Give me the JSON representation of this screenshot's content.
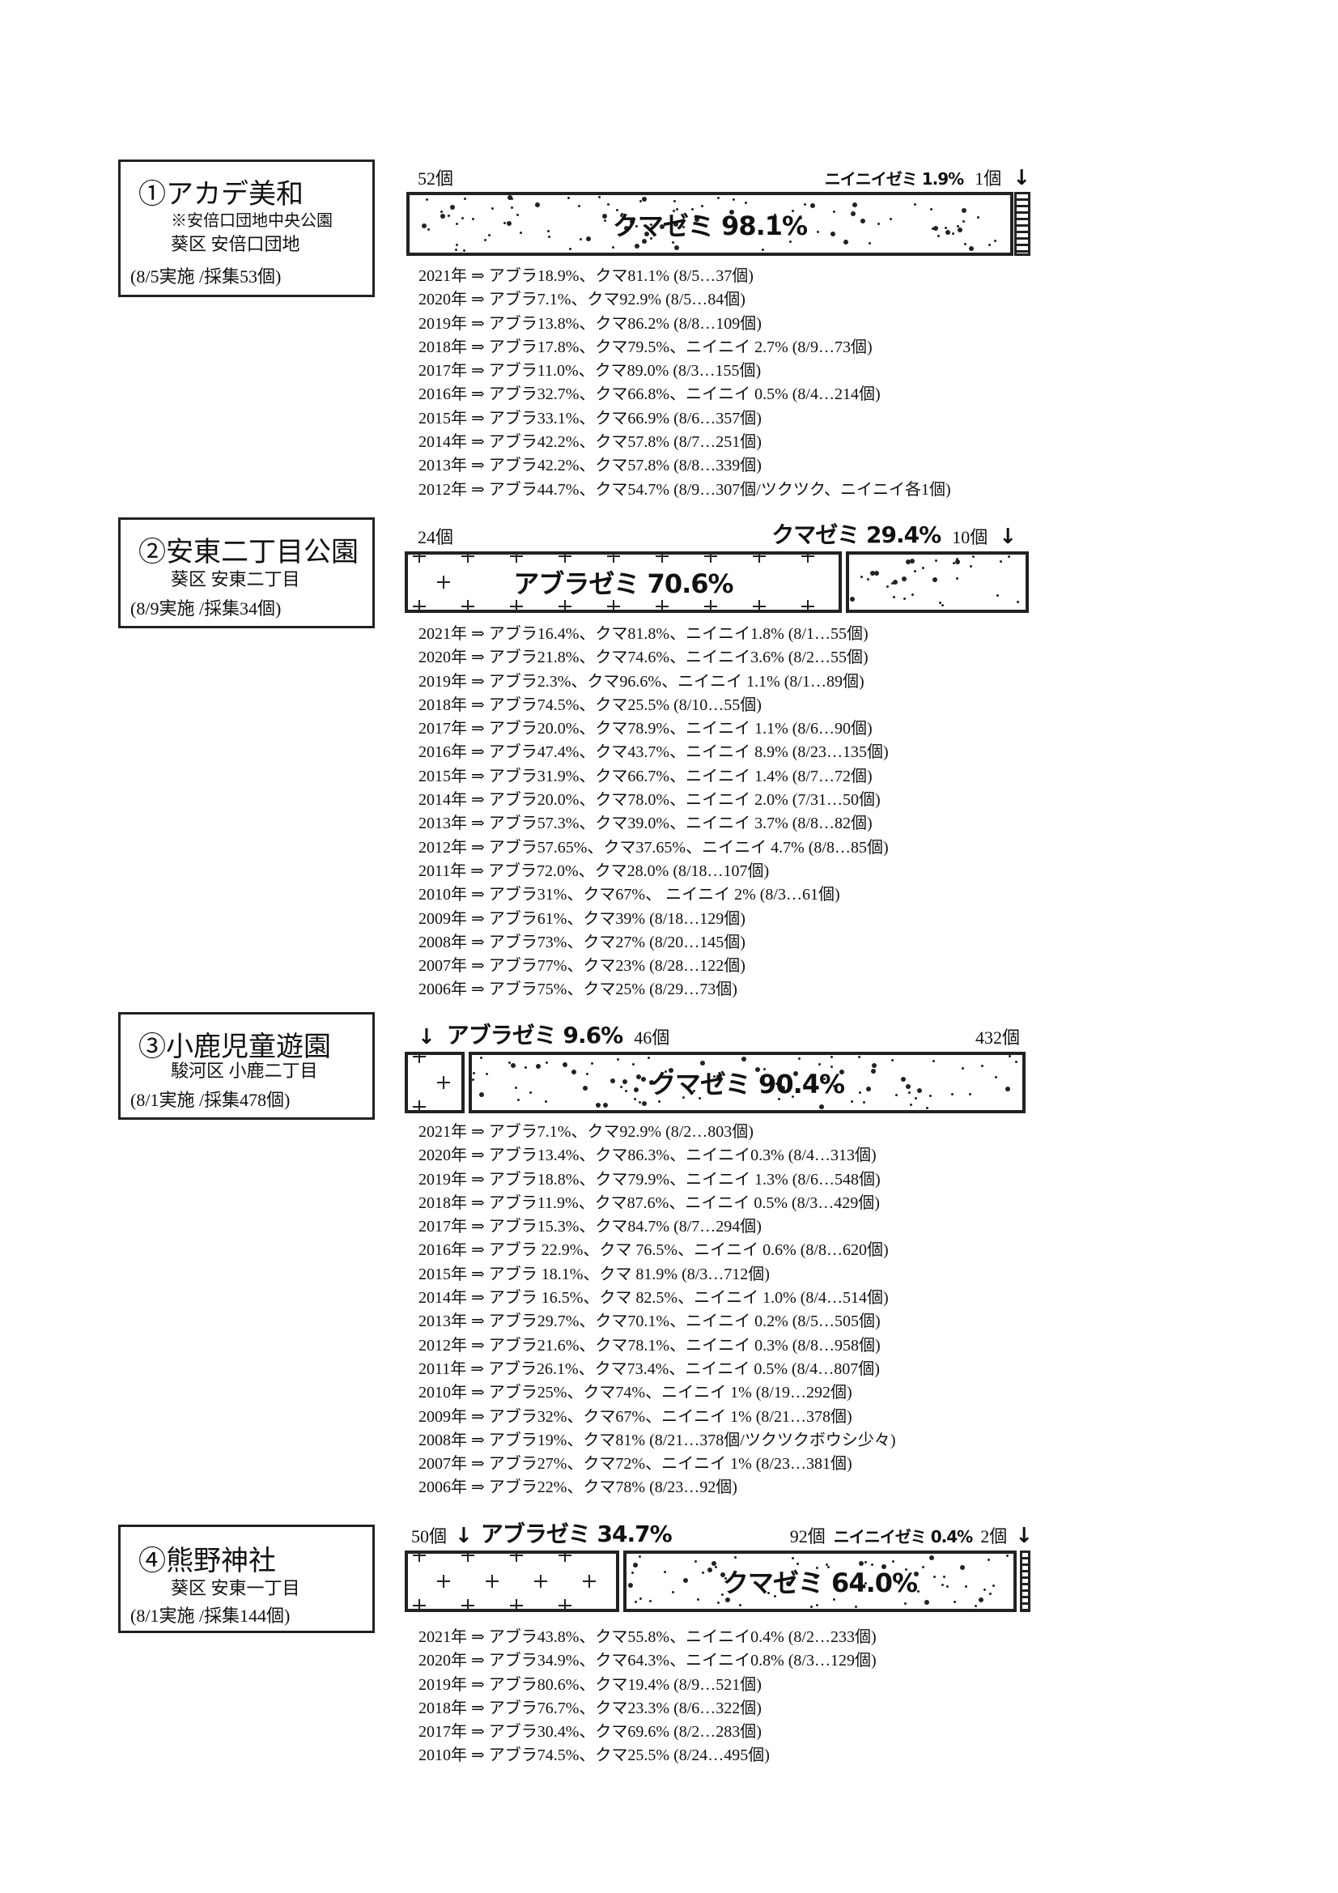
{
  "sites": [
    {
      "title": "①アカデ美和",
      "sub": [
        "※安倍口団地中央公園",
        "葵区 安倍口団地"
      ],
      "info": "(8/5実施 /採集53個)",
      "left_count": "52個",
      "right_count": "1個",
      "right_label": "ニイニイゼミ 1.9%",
      "main_label": "クマゼミ 98.1%",
      "shares": {
        "abura": 0,
        "kuma": 98.1,
        "niinii": 1.9
      },
      "history": [
        "2021年 ⇒ アブラ18.9%、クマ81.1% (8/5…37個)",
        "2020年 ⇒ アブラ7.1%、クマ92.9% (8/5…84個)",
        "2019年 ⇒ アブラ13.8%、クマ86.2% (8/8…109個)",
        "2018年 ⇒ アブラ17.8%、クマ79.5%、ニイニイ 2.7% (8/9…73個)",
        "2017年 ⇒ アブラ11.0%、クマ89.0% (8/3…155個)",
        "2016年 ⇒ アブラ32.7%、クマ66.8%、ニイニイ 0.5% (8/4…214個)",
        "2015年 ⇒ アブラ33.1%、クマ66.9% (8/6…357個)",
        "2014年 ⇒ アブラ42.2%、クマ57.8% (8/7…251個)",
        "2013年 ⇒ アブラ42.2%、クマ57.8% (8/8…339個)",
        "2012年 ⇒ アブラ44.7%、クマ54.7% (8/9…307個/ツクツク、ニイニイ各1個)"
      ]
    },
    {
      "title": "②安東二丁目公園",
      "sub": [
        "葵区 安東二丁目"
      ],
      "info": "(8/9実施 /採集34個)",
      "left_count": "24個",
      "right_count": "10個",
      "right_label": "クマゼミ 29.4%",
      "main_label": "アブラゼミ 70.6%",
      "shares": {
        "abura": 70.6,
        "kuma": 29.4,
        "niinii": 0
      },
      "history": [
        "2021年 ⇒ アブラ16.4%、クマ81.8%、ニイニイ1.8% (8/1…55個)",
        "2020年 ⇒ アブラ21.8%、クマ74.6%、ニイニイ3.6% (8/2…55個)",
        "2019年 ⇒ アブラ2.3%、クマ96.6%、ニイニイ 1.1% (8/1…89個)",
        "2018年 ⇒ アブラ74.5%、クマ25.5% (8/10…55個)",
        "2017年 ⇒ アブラ20.0%、クマ78.9%、ニイニイ 1.1% (8/6…90個)",
        "2016年 ⇒ アブラ47.4%、クマ43.7%、ニイニイ 8.9% (8/23…135個)",
        "2015年 ⇒ アブラ31.9%、クマ66.7%、ニイニイ 1.4% (8/7…72個)",
        "2014年 ⇒ アブラ20.0%、クマ78.0%、ニイニイ 2.0% (7/31…50個)",
        "2013年 ⇒ アブラ57.3%、クマ39.0%、ニイニイ 3.7% (8/8…82個)",
        "2012年 ⇒ アブラ57.65%、クマ37.65%、ニイニイ 4.7% (8/8…85個)",
        "2011年 ⇒ アブラ72.0%、クマ28.0% (8/18…107個)",
        "2010年 ⇒ アブラ31%、クマ67%、 ニイニイ 2% (8/3…61個)",
        "2009年 ⇒ アブラ61%、クマ39% (8/18…129個)",
        "2008年 ⇒ アブラ73%、クマ27% (8/20…145個)",
        "2007年 ⇒ アブラ77%、クマ23% (8/28…122個)",
        "2006年 ⇒ アブラ75%、クマ25% (8/29…73個)"
      ]
    },
    {
      "title": "③小鹿児童遊園",
      "sub": [
        "駿河区 小鹿二丁目"
      ],
      "info": "(8/1実施 /採集478個)",
      "left_count": "46個",
      "right_count": "432個",
      "left_label": "アブラゼミ 9.6%",
      "main_label": "クマゼミ 90.4%",
      "shares": {
        "abura": 9.6,
        "kuma": 90.4,
        "niinii": 0
      },
      "history": [
        "2021年 ⇒ アブラ7.1%、クマ92.9% (8/2…803個)",
        "2020年 ⇒ アブラ13.4%、クマ86.3%、ニイニイ0.3% (8/4…313個)",
        "2019年 ⇒ アブラ18.8%、クマ79.9%、ニイニイ 1.3% (8/6…548個)",
        "2018年 ⇒ アブラ11.9%、クマ87.6%、ニイニイ 0.5% (8/3…429個)",
        "2017年 ⇒ アブラ15.3%、クマ84.7% (8/7…294個)",
        "2016年 ⇒ アブラ 22.9%、クマ 76.5%、ニイニイ 0.6% (8/8…620個)",
        "2015年 ⇒ アブラ 18.1%、クマ 81.9% (8/3…712個)",
        "2014年 ⇒ アブラ 16.5%、クマ 82.5%、ニイニイ 1.0% (8/4…514個)",
        "2013年 ⇒ アブラ29.7%、クマ70.1%、ニイニイ 0.2% (8/5…505個)",
        "2012年 ⇒ アブラ21.6%、クマ78.1%、ニイニイ 0.3% (8/8…958個)",
        "2011年 ⇒ アブラ26.1%、クマ73.4%、ニイニイ 0.5% (8/4…807個)",
        "2010年 ⇒ アブラ25%、クマ74%、ニイニイ 1% (8/19…292個)",
        "2009年 ⇒ アブラ32%、クマ67%、ニイニイ 1% (8/21…378個)",
        "2008年 ⇒ アブラ19%、クマ81% (8/21…378個/ツクツクボウシ少々)",
        "2007年 ⇒ アブラ27%、クマ72%、ニイニイ 1% (8/23…381個)",
        "2006年 ⇒ アブラ22%、クマ78% (8/23…92個)"
      ]
    },
    {
      "title": "④熊野神社",
      "sub": [
        "葵区 安東一丁目"
      ],
      "info": "(8/1実施 /採集144個)",
      "left_count": "50個",
      "mid_count": "92個",
      "right_count": "2個",
      "left_label": "アブラゼミ 34.7%",
      "right_label": "ニイニイゼミ 0.4%",
      "main_label": "クマゼミ 64.0%",
      "shares": {
        "abura": 34.7,
        "kuma": 64.0,
        "niinii": 0.4
      },
      "history": [
        "2021年 ⇒ アブラ43.8%、クマ55.8%、ニイニイ0.4% (8/2…233個)",
        "2020年 ⇒ アブラ34.9%、クマ64.3%、ニイニイ0.8% (8/3…129個)",
        "2019年 ⇒ アブラ80.6%、クマ19.4% (8/9…521個)",
        "2018年 ⇒ アブラ76.7%、クマ23.3% (8/6…322個)",
        "2017年 ⇒ アブラ30.4%、クマ69.6% (8/2…283個)",
        "2010年 ⇒ アブラ74.5%、クマ25.5% (8/24…495個)"
      ]
    }
  ],
  "icons": {
    "arrow": "↓"
  }
}
